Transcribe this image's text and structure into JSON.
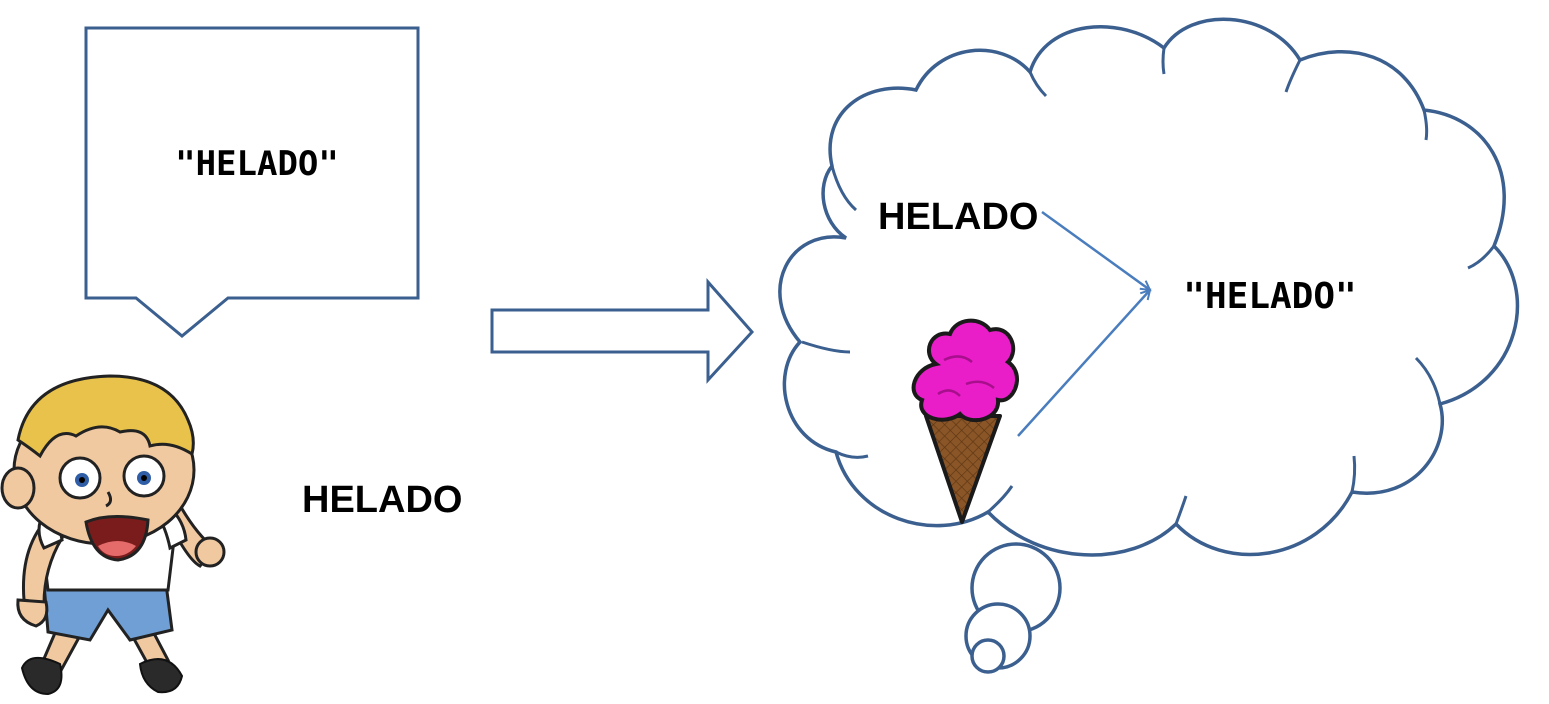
{
  "speech_bubble": {
    "text": "\"HELADO\""
  },
  "boy_caption": {
    "text": "HELADO"
  },
  "thought_cloud": {
    "word_label": "HELADO",
    "result_label": "\"HELADO\""
  },
  "colors": {
    "outline": "#3b5f8f",
    "connector": "#4a7dbd",
    "ice_cream": "#e91ec9",
    "cone": "#7a4a1f"
  }
}
